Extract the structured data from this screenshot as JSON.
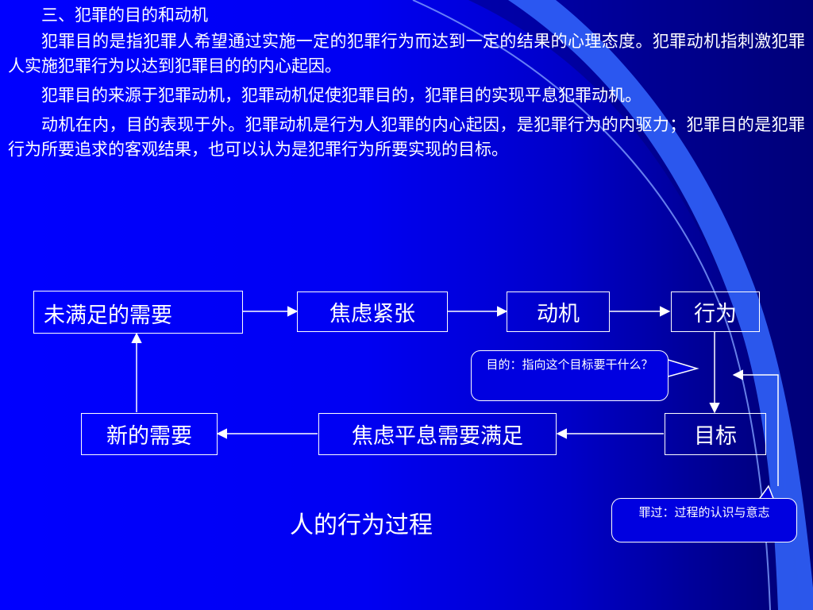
{
  "heading": "三、犯罪的目的和动机",
  "paragraphs": [
    "犯罪目的是指犯罪人希望通过实施一定的犯罪行为而达到一定的结果的心理态度。犯罪动机指刺激犯罪人实施犯罪行为以达到犯罪目的的内心起因。",
    "犯罪目的来源于犯罪动机，犯罪动机促使犯罪目的，犯罪目的实现平息犯罪动机。",
    "动机在内，目的表现于外。犯罪动机是行为人犯罪的内心起因，是犯罪行为的内驱力；犯罪目的是犯罪行为所要追求的客观结果，也可以认为是犯罪行为所要实现的目标。"
  ],
  "flow": {
    "unmet_need": "未满足的需要",
    "anxiety": "焦虑紧张",
    "motive": "动机",
    "behavior": "行为",
    "goal": "目标",
    "relief": "焦虑平息需要满足",
    "new_need": "新的需要"
  },
  "callouts": {
    "purpose": "目的：指向这个目标要干什么？",
    "guilt": "罪过：过程的认识与意志"
  },
  "caption": "人的行为过程",
  "colors": {
    "background_left": "#0000ff",
    "background_right": "#000070",
    "text": "#ffffff",
    "curve": "#5577ff"
  }
}
